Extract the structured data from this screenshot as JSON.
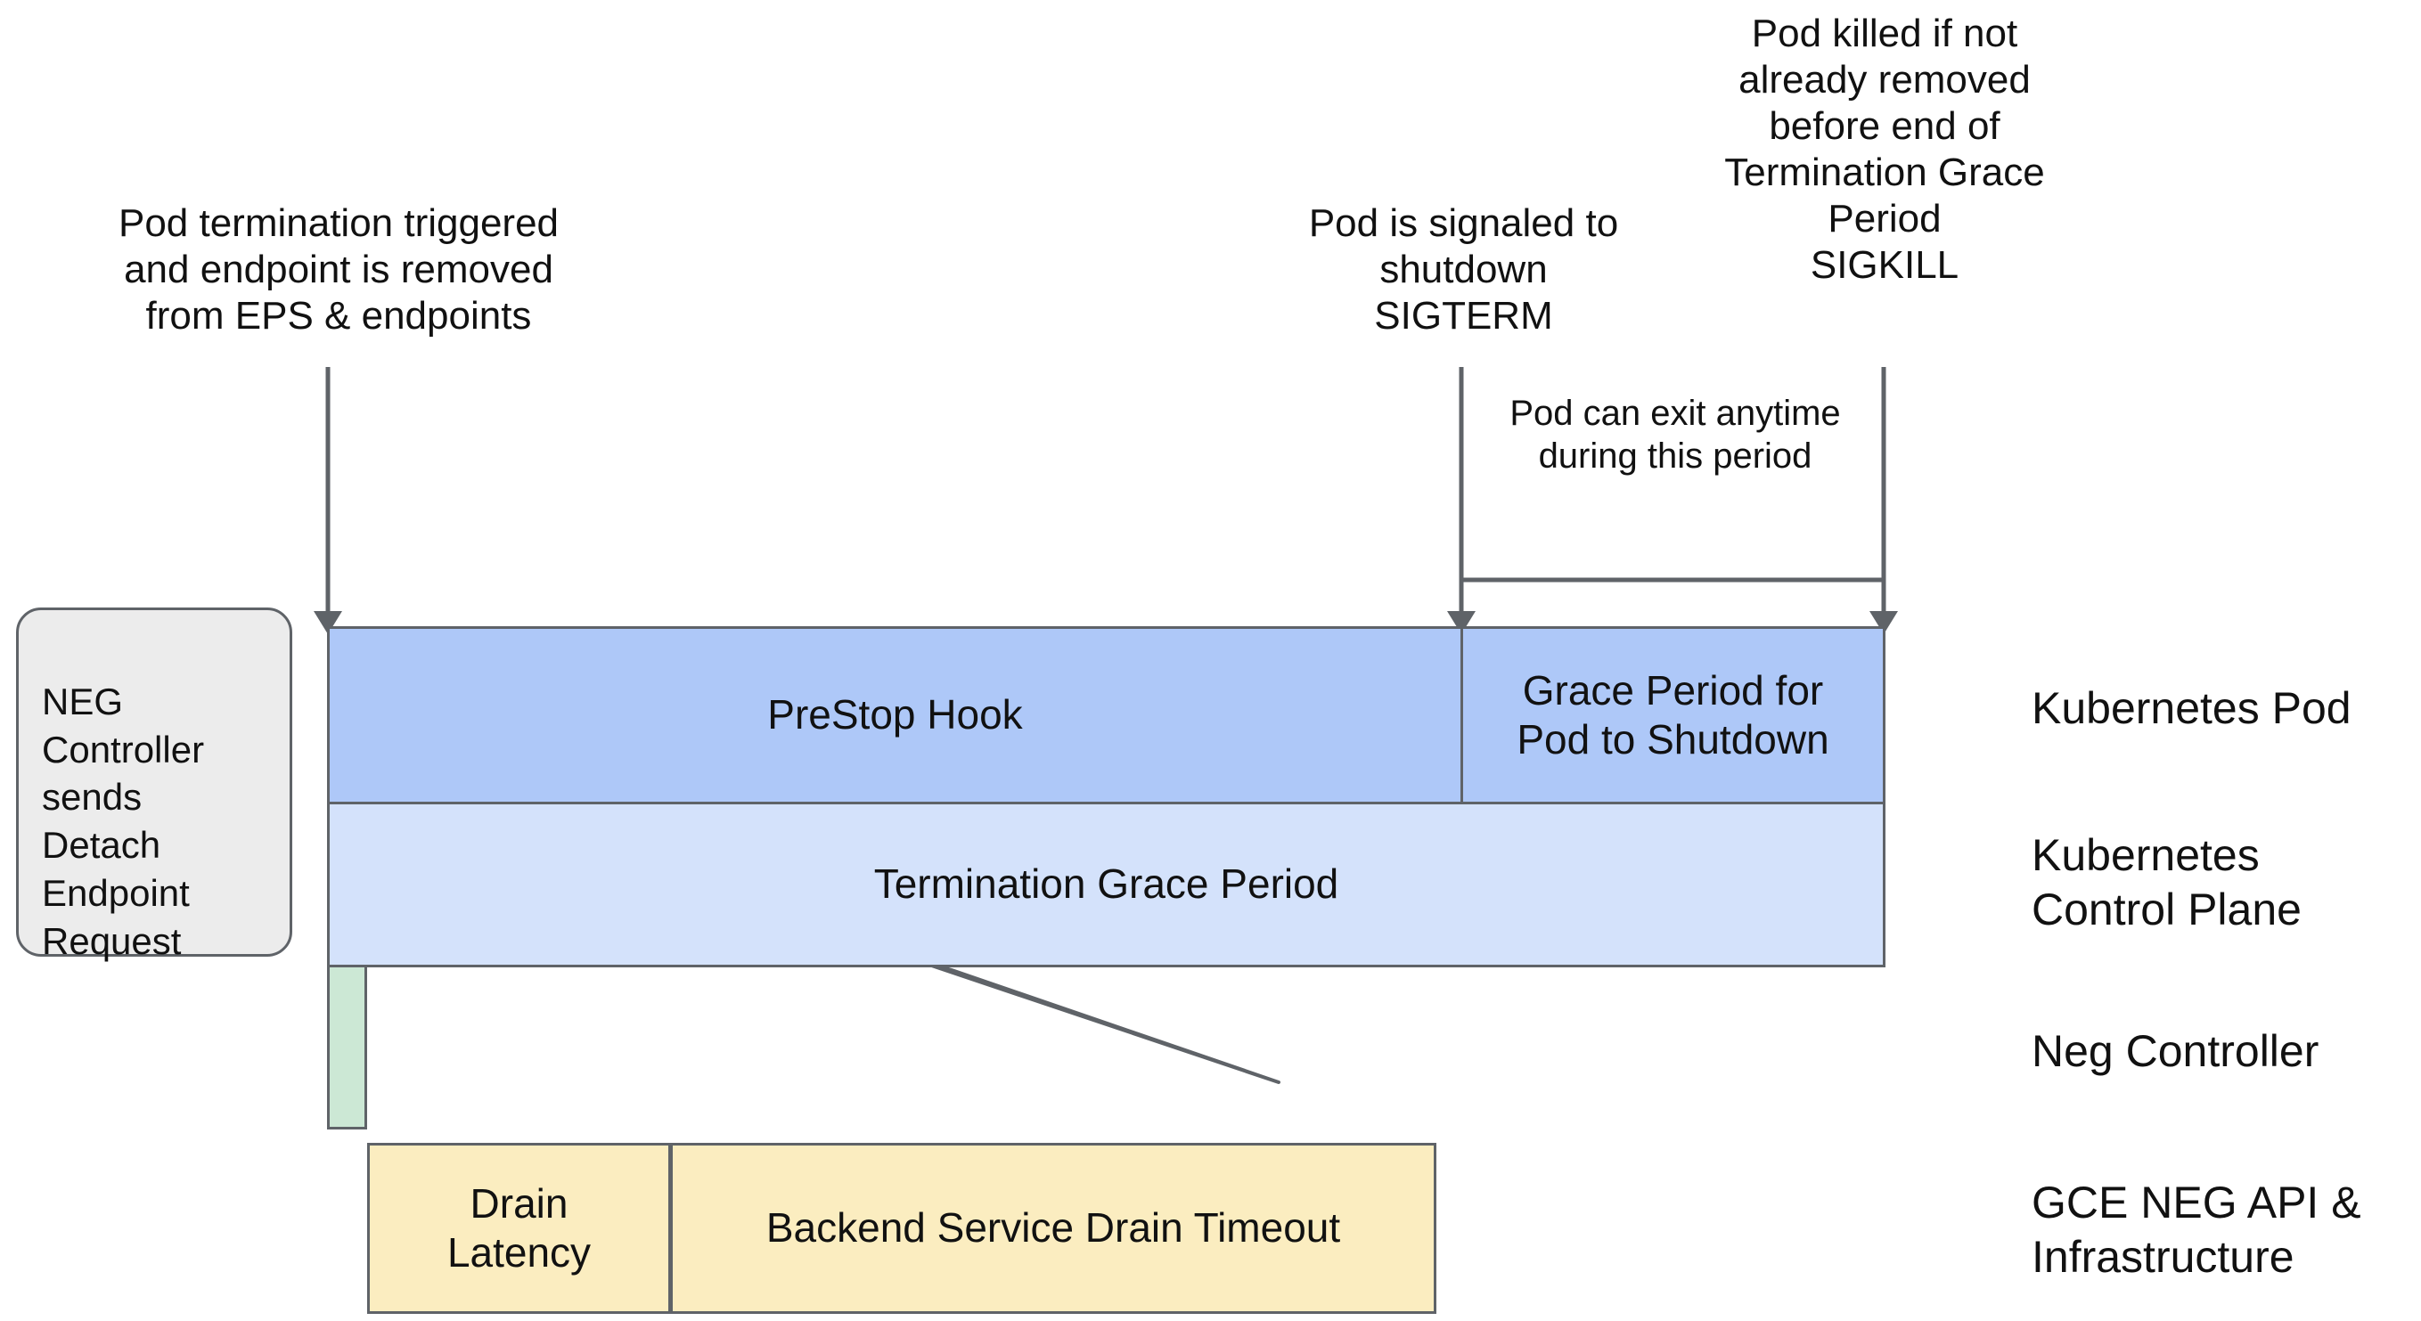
{
  "diagram": {
    "title": "Kubernetes Pod termination timeline with GKE NEG drain",
    "colors": {
      "prestop_fill": "#AEC8F8",
      "grace_fill": "#AEC8F8",
      "termination_fill": "#D4E2FB",
      "neg_fill": "#CCE8D5",
      "drain_fill": "#FBEDC0",
      "stroke": "#5f6368",
      "callout_fill": "#ececec",
      "background": "#FFFFFF"
    }
  },
  "annotations": {
    "pod_termination_triggered": "Pod termination triggered\nand endpoint is removed\nfrom EPS & endpoints",
    "pod_signaled_shutdown": "Pod is signaled to\nshutdown\nSIGTERM",
    "pod_killed_sigkill": "Pod killed if not\nalready removed\nbefore end of\nTermination Grace\nPeriod\nSIGKILL",
    "pod_can_exit": "Pod can exit anytime\nduring this period"
  },
  "callout": {
    "text": "NEG\nController\nsends\nDetach\nEndpoint\nRequest"
  },
  "bars": {
    "prestop_hook": "PreStop Hook",
    "grace_period_for_pod": "Grace Period for\nPod to Shutdown",
    "termination_grace_period": "Termination Grace Period",
    "neg_controller_bar": "",
    "drain_latency": "Drain\nLatency",
    "backend_service_drain_timeout": "Backend Service Drain Timeout"
  },
  "lanes": [
    {
      "label": "Kubernetes Pod"
    },
    {
      "label": "Kubernetes\nControl Plane"
    },
    {
      "label": "Neg Controller"
    },
    {
      "label": "GCE NEG API &\nInfrastructure"
    }
  ]
}
